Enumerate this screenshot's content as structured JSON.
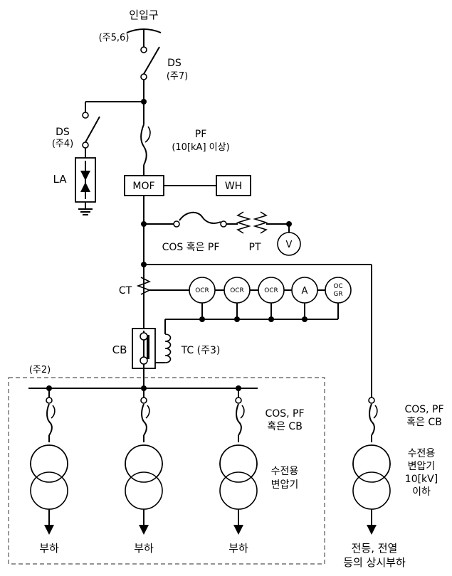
{
  "labels": {
    "inlet": "인입구",
    "note56": "(주5,6)",
    "ds_main": "DS",
    "note7": "(주7)",
    "ds_la": "DS",
    "note4": "(주4)",
    "la": "LA",
    "pf": "PF",
    "pf_rating": "(10[kA] 이상)",
    "mof": "MOF",
    "wh": "WH",
    "cos_pf": "COS 혹은 PF",
    "pt": "PT",
    "v": "V",
    "ct": "CT",
    "ocr1": "OCR",
    "ocr2": "OCR",
    "ocr3": "OCR",
    "a": "A",
    "ocgr_top": "OC",
    "ocgr_bottom": "GR",
    "cb": "CB",
    "tc": "TC (주3)",
    "note2": "(주2)",
    "feeder_sw_line1": "COS, PF",
    "feeder_sw_line2": "혹은 CB",
    "feeder_tr_line1": "수전용",
    "feeder_tr_line2": "변압기",
    "load1": "부하",
    "load2": "부하",
    "load3": "부하",
    "right_sw_line1": "COS, PF",
    "right_sw_line2": "혹은 CB",
    "right_tr_line1": "수전용",
    "right_tr_line2": "변압기",
    "right_tr_line3": "10[kV]",
    "right_tr_line4": "이하",
    "right_load_line1": "전등, 전열",
    "right_load_line2": "등의 상시부하"
  }
}
